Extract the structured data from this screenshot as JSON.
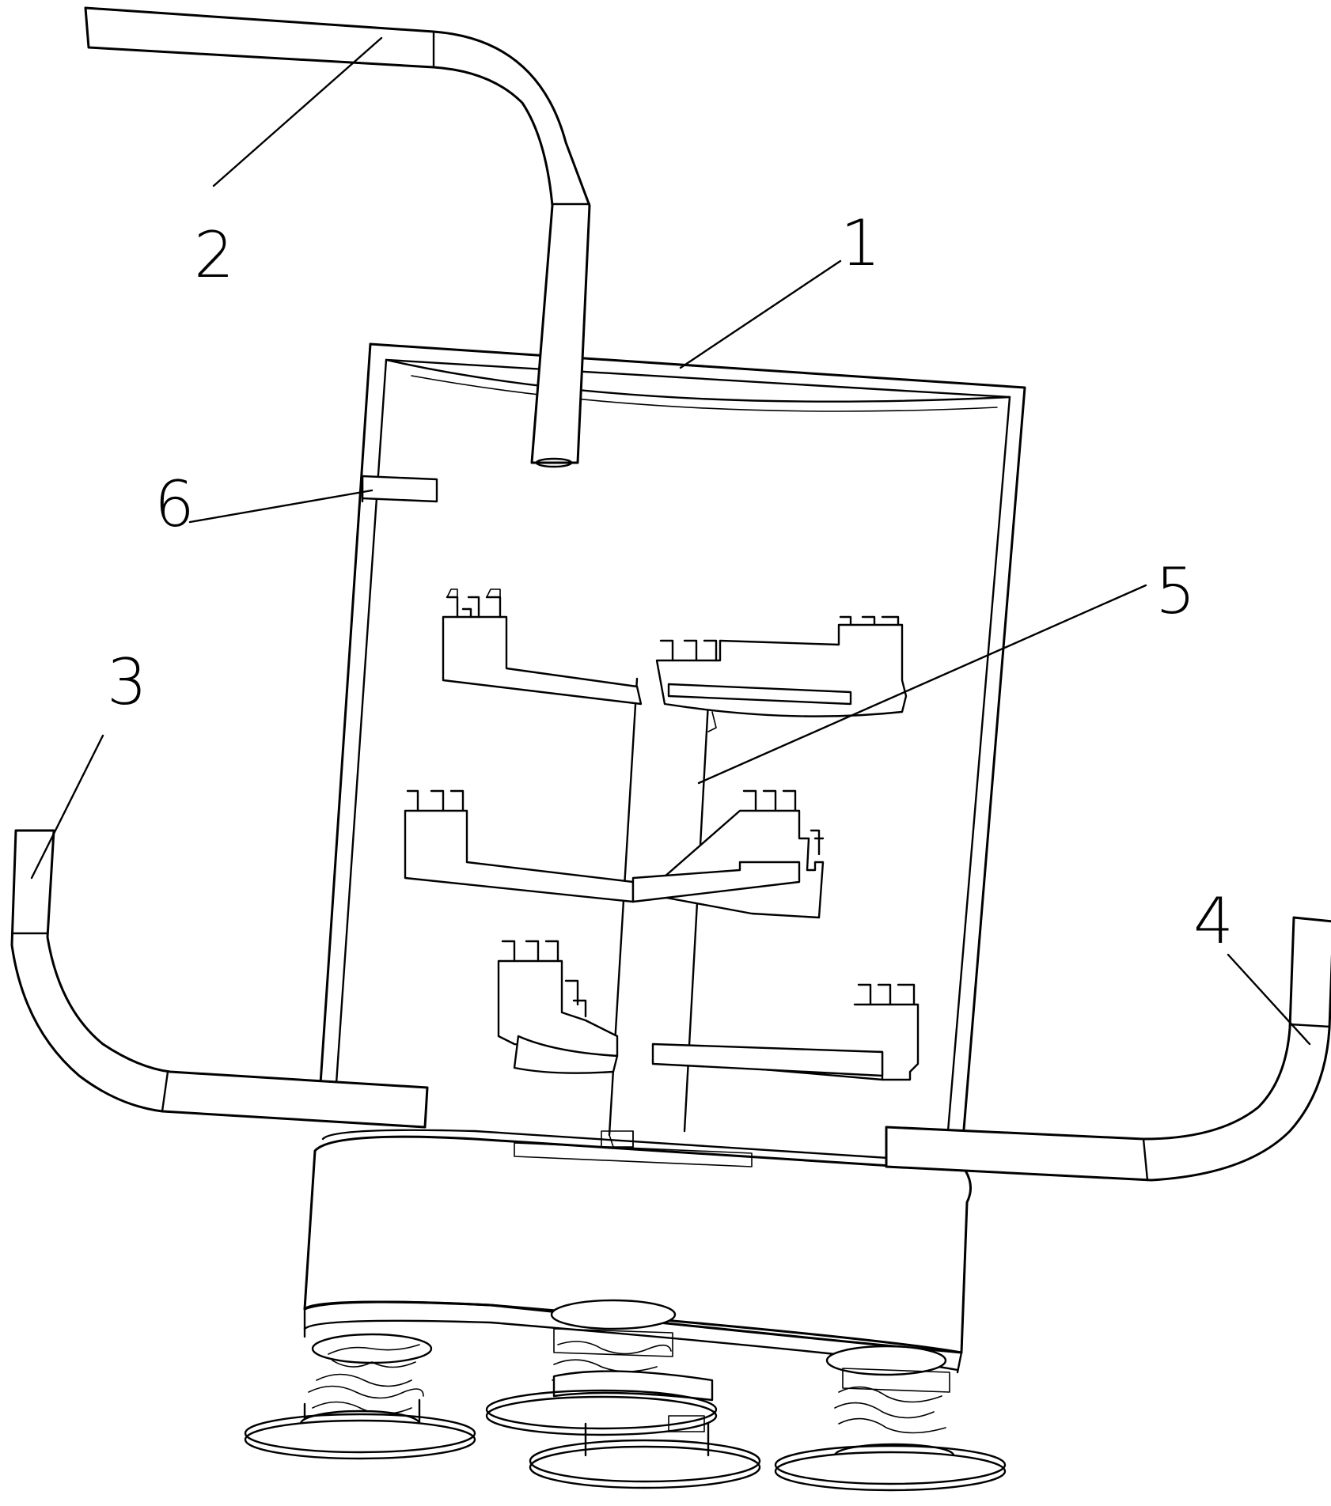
{
  "labels": {
    "tank": "1",
    "top_pipe": "2",
    "left_pipe": "3",
    "right_pipe": "4",
    "stirrer_shaft": "5",
    "side_port": "6"
  },
  "colors": {
    "line": "#000000",
    "background": "#ffffff"
  }
}
